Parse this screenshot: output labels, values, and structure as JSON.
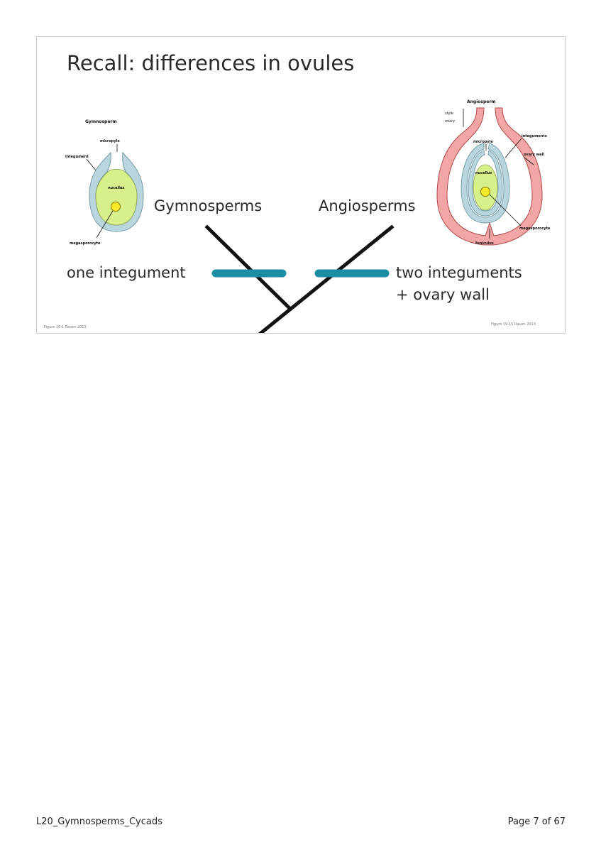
{
  "slide": {
    "title": "Recall: differences in ovules",
    "gymno_heading": "Gymnosperms",
    "angio_heading": "Angiosperms",
    "left_trait": "one integument",
    "right_trait_line1": "two integuments",
    "right_trait_line2": "+ ovary wall",
    "credit_left": "Figure 18-1 Raven 2013",
    "credit_right": "Figure 19-15 Raven 2013"
  },
  "gymno_ovule": {
    "title": "Gymnosperm",
    "micropyle": "micropyle",
    "integument": "integument",
    "nucellus": "nucellus",
    "megasporocyte": "megasporocyte"
  },
  "angio_ovule": {
    "title": "Angiosperm",
    "style": "style",
    "ovary": "ovary",
    "micropyle": "micropyle",
    "integuments": "integuments",
    "ovary_wall": "ovary wall",
    "nucellus": "nucellus",
    "megasporocyte": "megasporocyte",
    "funiculus": "funiculus"
  },
  "colors": {
    "trait_bar": "#1a8fa3",
    "tree_line": "#111111",
    "nucellus_fill": "#d7f08a",
    "integument_fill": "#b9d6de",
    "ovary_wall_fill": "#f2a6a6",
    "megasporocyte_fill": "#f7ea2a"
  },
  "footer": {
    "document_name": "L20_Gymnosperms_Cycads",
    "page": "Page 7 of 67"
  }
}
